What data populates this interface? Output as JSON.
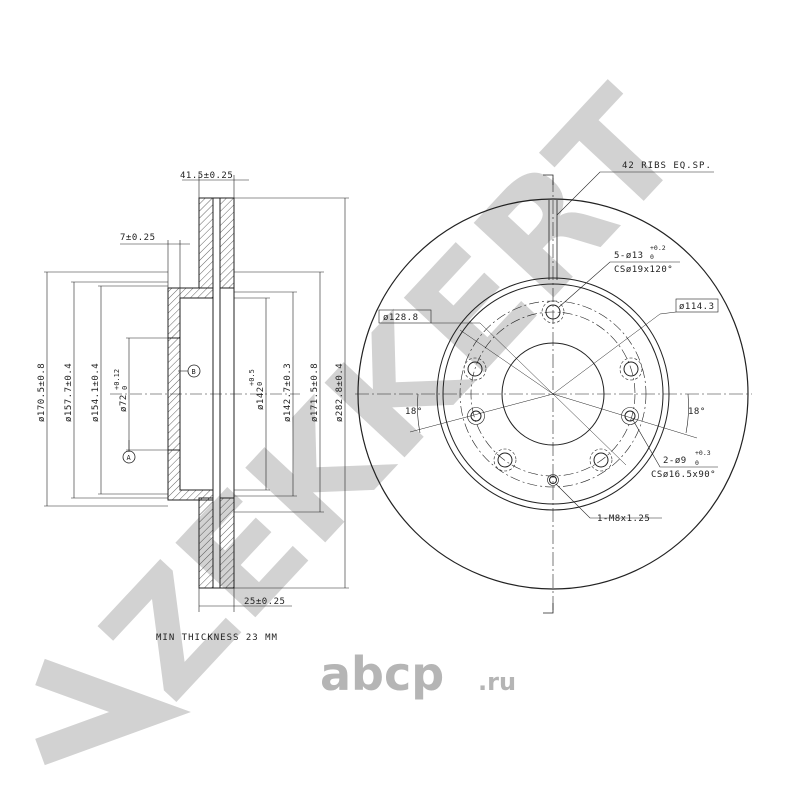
{
  "watermark": {
    "brand": "ZEKKERT"
  },
  "section_view": {
    "dims": {
      "width_overall": "41.5±0.25",
      "offset": "7±0.25",
      "hat_width": "25±0.25",
      "d_170": "ø170.5±0.8",
      "d_157": "ø157.7±0.4",
      "d_154": "ø154.1±0.4",
      "d_72": "ø72",
      "d_72_tol_upper": "+0.12",
      "d_72_tol_lower": "0",
      "d_142_0": "ø142",
      "d_142_tol_upper": "+0.5",
      "d_142_tol_lower": "0",
      "d_142_7": "ø142.7±0.3",
      "d_171": "ø171.5±0.8",
      "d_282": "ø282.8±0.4"
    },
    "datum_a": "A",
    "datum_b": "B",
    "min_thickness": "MIN THICKNESS 23 MM"
  },
  "front_view": {
    "ribs": "42 RIBS EQ.SP.",
    "bolt_holes": "5-ø13",
    "bolt_tol_upper": "+0.2",
    "bolt_tol_lower": "0",
    "bolt_cs": "CSø19x120°",
    "pcd_128": "ø128.8",
    "pcd_114": "ø114.3",
    "angle_left": "18°",
    "angle_right": "18°",
    "pin_holes": "2-ø9",
    "pin_tol_upper": "+0.3",
    "pin_tol_lower": "0",
    "pin_cs": "CSø16.5x90°",
    "thread": "1-M8x1.25"
  },
  "footer_logo": {
    "name": "abcp",
    "suffix": ".ru"
  },
  "colors": {
    "line": "#222222",
    "watermark": "#d2d2d2",
    "logo": "#b5b5b5"
  }
}
